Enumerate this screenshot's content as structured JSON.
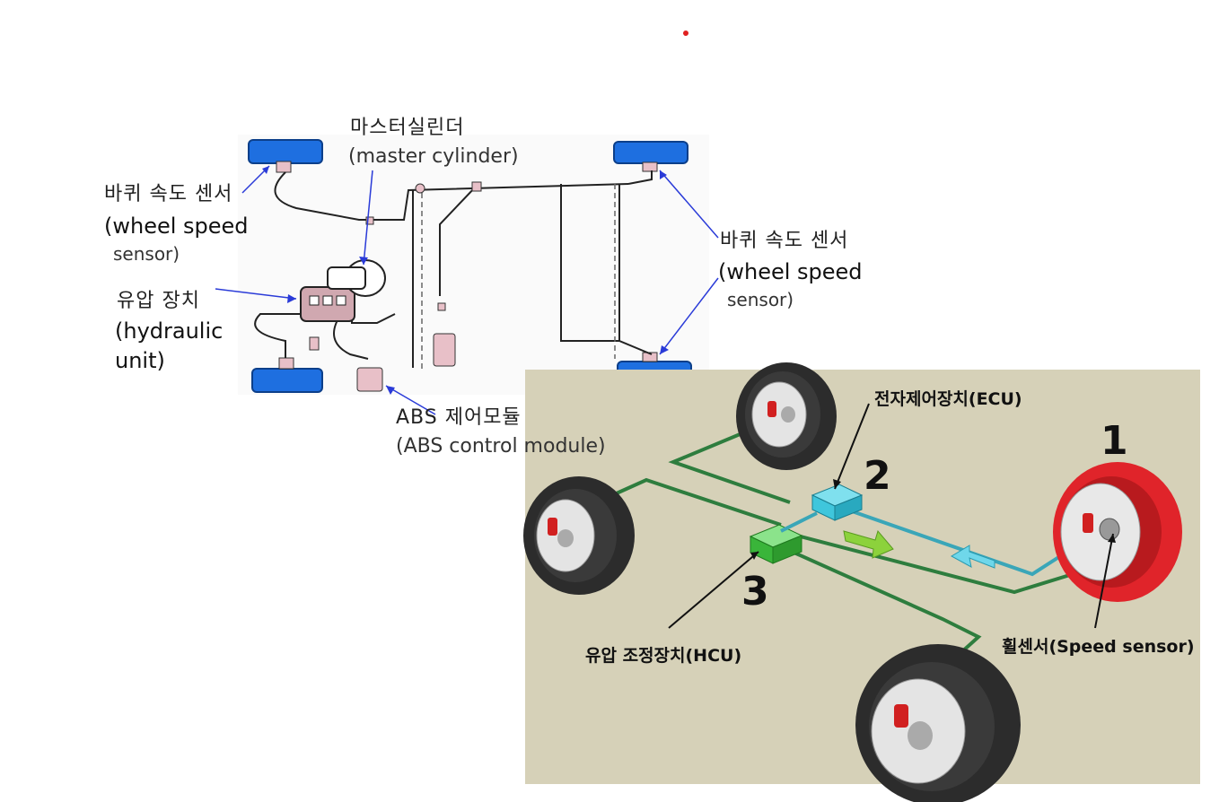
{
  "diagram_top": {
    "master_cylinder_kr": "마스터실린더",
    "master_cylinder_en": "(master cylinder)",
    "wheel_speed_left_kr": "바퀴 속도 센서",
    "wheel_speed_left_en1": "(wheel speed",
    "wheel_speed_left_en2": "sensor)",
    "hydraulic_kr": "유압 장치",
    "hydraulic_en1": "(hydraulic",
    "hydraulic_en2": "unit)",
    "wheel_speed_right_kr": "바퀴 속도 센서",
    "wheel_speed_right_en1": "(wheel speed",
    "wheel_speed_right_en2": "sensor)",
    "abs_module_kr": "ABS 제어모듈",
    "abs_module_en": "(ABS control module)"
  },
  "diagram_bottom": {
    "ecu_label": "전자제어장치(ECU)",
    "hcu_label": "유압 조정장치(HCU)",
    "speed_sensor_label": "휠센서(Speed sensor)",
    "num_1": "1",
    "num_2": "2",
    "num_3": "3"
  },
  "colors": {
    "tire_blue": "#1e6fe0",
    "panel_bg": "#d6d1b8",
    "line_green": "#2e7d3e",
    "ecu_cyan": "#3fc6dc",
    "hcu_green": "#3ab53a",
    "tire_red": "#e0242a",
    "red_dot": "#e02020"
  }
}
